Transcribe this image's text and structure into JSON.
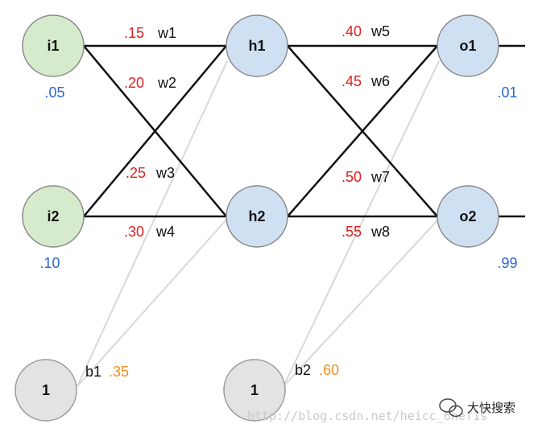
{
  "nodes": {
    "i1": {
      "label": "i1",
      "value": ".05"
    },
    "i2": {
      "label": "i2",
      "value": ".10"
    },
    "h1": {
      "label": "h1"
    },
    "h2": {
      "label": "h2"
    },
    "o1": {
      "label": "o1",
      "value": ".01"
    },
    "o2": {
      "label": "o2",
      "value": ".99"
    },
    "b1": {
      "label": "1",
      "name": "b1",
      "value": ".35"
    },
    "b2": {
      "label": "1",
      "name": "b2",
      "value": ".60"
    }
  },
  "weights": [
    {
      "name": "w1",
      "value": ".15"
    },
    {
      "name": "w2",
      "value": ".20"
    },
    {
      "name": "w3",
      "value": ".25"
    },
    {
      "name": "w4",
      "value": ".30"
    },
    {
      "name": "w5",
      "value": ".40"
    },
    {
      "name": "w6",
      "value": ".45"
    },
    {
      "name": "w7",
      "value": ".50"
    },
    {
      "name": "w8",
      "value": ".55"
    }
  ],
  "colors": {
    "input_fill": "#d6ebcc",
    "hidden_fill": "#cfe0f3",
    "bias_fill": "#e3e3e3",
    "weight_value": "#e02020",
    "io_value": "#2a66d6",
    "bias_value": "#f0901e"
  },
  "watermark": {
    "url": "http://blog.csdn.net/heicc_6nef1s",
    "brand": "大快搜索"
  }
}
